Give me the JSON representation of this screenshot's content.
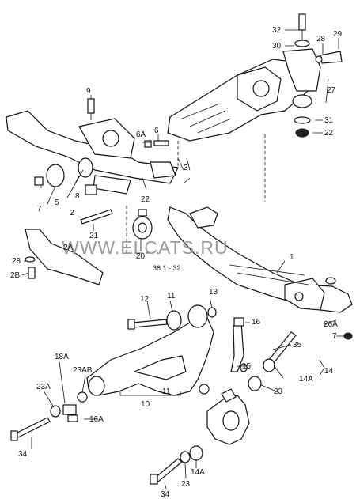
{
  "watermark": "WWW.ELCATS.RU",
  "ref_code": "36 1 - 32",
  "callouts": {
    "c32": "32",
    "c30": "30",
    "c28a": "28",
    "c29": "29",
    "c27": "27",
    "c31": "31",
    "c22a": "22",
    "c9": "9",
    "c6a": "6A",
    "c6": "6",
    "c3": "3",
    "c22b": "22",
    "c8": "8",
    "c7a": "7",
    "c5": "5",
    "c2": "2",
    "c21": "21",
    "c20": "20",
    "c2a": "2A",
    "c28b": "28",
    "c2b": "2B",
    "c1": "1",
    "c12": "12",
    "c11a": "11",
    "c13": "13",
    "c16": "16",
    "c26a": "26A",
    "c7b": "7",
    "c35": "35",
    "c15": "15",
    "c14": "14",
    "c14a": "14A",
    "c23a": "23",
    "c18a": "18A",
    "c23ab": "23AB",
    "c23a2": "23A",
    "c11b": "11",
    "c10": "10",
    "c16a": "16A",
    "c34a": "34",
    "c14a2": "14A",
    "c23b": "23",
    "c34b": "34"
  }
}
